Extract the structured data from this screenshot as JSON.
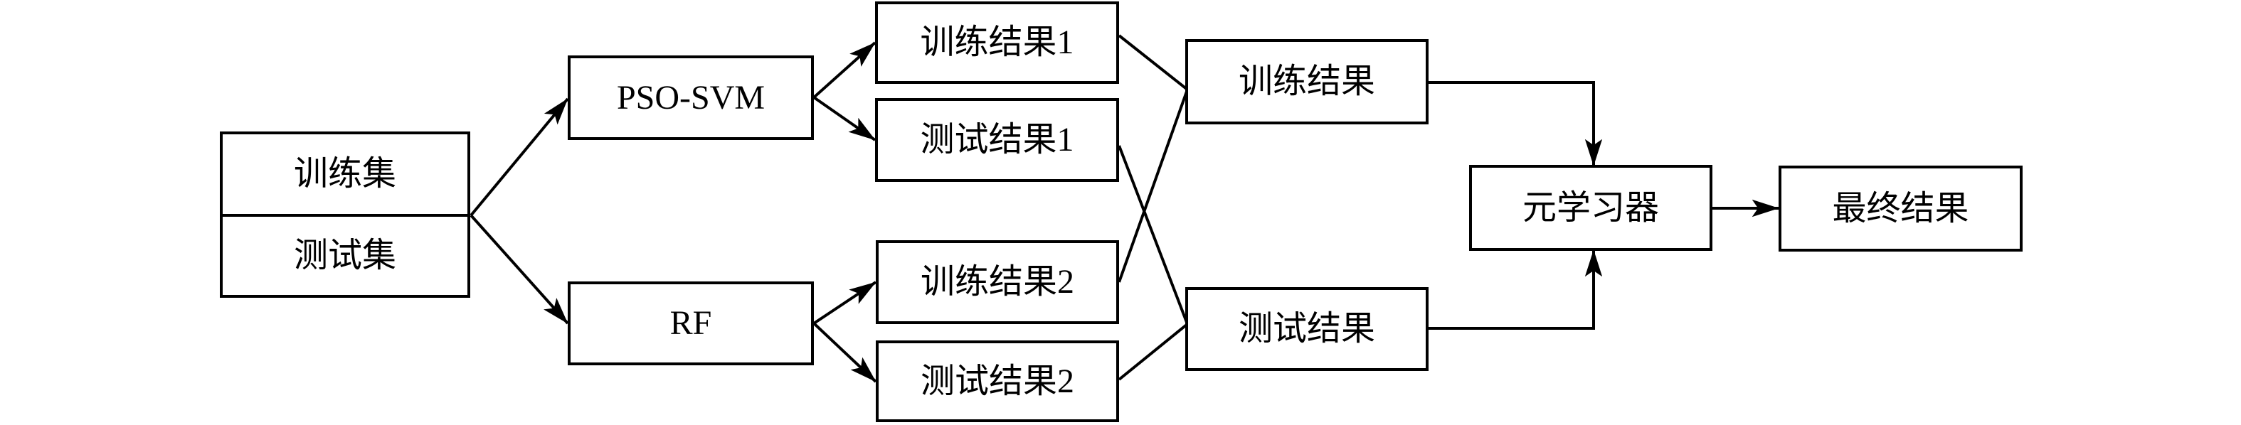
{
  "diagram": {
    "background": "#ffffff",
    "line_color": "#000000",
    "nodes": [
      {
        "id": "train-set",
        "label": "训练集"
      },
      {
        "id": "test-set",
        "label": "测试集"
      },
      {
        "id": "pso-svm",
        "label": "PSO-SVM"
      },
      {
        "id": "rf",
        "label": "RF"
      },
      {
        "id": "train-result-1",
        "label": "训练结果1"
      },
      {
        "id": "test-result-1",
        "label": "测试结果1"
      },
      {
        "id": "train-result-2",
        "label": "训练结果2"
      },
      {
        "id": "test-result-2",
        "label": "测试结果2"
      },
      {
        "id": "train-result-merged",
        "label": "训练结果"
      },
      {
        "id": "test-result-merged",
        "label": "测试结果"
      },
      {
        "id": "meta-learner",
        "label": "元学习器"
      },
      {
        "id": "final-result",
        "label": "最终结果"
      }
    ],
    "edges": [
      {
        "from": "train-set|test-set",
        "to": "pso-svm",
        "arrow": true
      },
      {
        "from": "train-set|test-set",
        "to": "rf",
        "arrow": true
      },
      {
        "from": "pso-svm",
        "to": "train-result-1",
        "arrow": true
      },
      {
        "from": "pso-svm",
        "to": "test-result-1",
        "arrow": true
      },
      {
        "from": "rf",
        "to": "train-result-2",
        "arrow": true
      },
      {
        "from": "rf",
        "to": "test-result-2",
        "arrow": true
      },
      {
        "from": "train-result-1",
        "to": "train-result-merged",
        "arrow": false
      },
      {
        "from": "train-result-2",
        "to": "train-result-merged",
        "arrow": false
      },
      {
        "from": "test-result-1",
        "to": "test-result-merged",
        "arrow": false
      },
      {
        "from": "test-result-2",
        "to": "test-result-merged",
        "arrow": false
      },
      {
        "from": "train-result-merged",
        "to": "meta-learner",
        "arrow": true
      },
      {
        "from": "test-result-merged",
        "to": "meta-learner",
        "arrow": true
      },
      {
        "from": "meta-learner",
        "to": "final-result",
        "arrow": true
      }
    ]
  }
}
